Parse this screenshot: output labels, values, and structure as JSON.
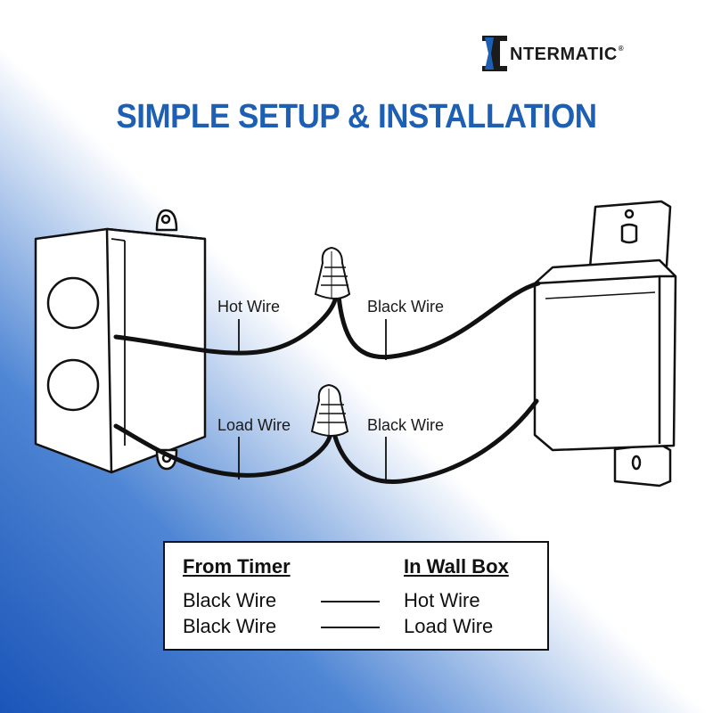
{
  "brand": {
    "name": "NTERMATIC",
    "initial": "I",
    "registered": "®"
  },
  "title": "SIMPLE SETUP & INSTALLATION",
  "wire_labels": {
    "hot_wire": "Hot Wire",
    "black_wire_top": "Black Wire",
    "load_wire": "Load Wire",
    "black_wire_bottom": "Black Wire"
  },
  "legend": {
    "headers": {
      "from": "From Timer",
      "to": "In Wall Box"
    },
    "rows": [
      {
        "from": "Black Wire",
        "to": "Hot Wire"
      },
      {
        "from": "Black Wire",
        "to": "Load Wire"
      }
    ]
  },
  "colors": {
    "title_blue": "#1d5fb3",
    "gradient_blue": "#1b55b8",
    "line": "#111111"
  }
}
